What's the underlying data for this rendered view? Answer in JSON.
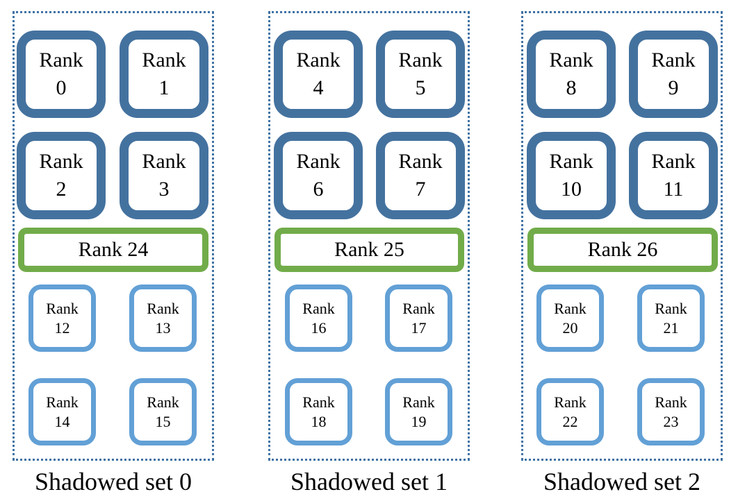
{
  "sets": [
    {
      "caption": "Shadowed set 0",
      "big": [
        {
          "word": "Rank",
          "num": "0"
        },
        {
          "word": "Rank",
          "num": "1"
        },
        {
          "word": "Rank",
          "num": "2"
        },
        {
          "word": "Rank",
          "num": "3"
        }
      ],
      "wide": "Rank 24",
      "small": [
        {
          "word": "Rank",
          "num": "12"
        },
        {
          "word": "Rank",
          "num": "13"
        },
        {
          "word": "Rank",
          "num": "14"
        },
        {
          "word": "Rank",
          "num": "15"
        }
      ]
    },
    {
      "caption": "Shadowed set 1",
      "big": [
        {
          "word": "Rank",
          "num": "4"
        },
        {
          "word": "Rank",
          "num": "5"
        },
        {
          "word": "Rank",
          "num": "6"
        },
        {
          "word": "Rank",
          "num": "7"
        }
      ],
      "wide": "Rank 25",
      "small": [
        {
          "word": "Rank",
          "num": "16"
        },
        {
          "word": "Rank",
          "num": "17"
        },
        {
          "word": "Rank",
          "num": "18"
        },
        {
          "word": "Rank",
          "num": "19"
        }
      ]
    },
    {
      "caption": "Shadowed set 2",
      "big": [
        {
          "word": "Rank",
          "num": "8"
        },
        {
          "word": "Rank",
          "num": "9"
        },
        {
          "word": "Rank",
          "num": "10"
        },
        {
          "word": "Rank",
          "num": "11"
        }
      ],
      "wide": "Rank 26",
      "small": [
        {
          "word": "Rank",
          "num": "20"
        },
        {
          "word": "Rank",
          "num": "21"
        },
        {
          "word": "Rank",
          "num": "22"
        },
        {
          "word": "Rank",
          "num": "23"
        }
      ]
    }
  ],
  "colors": {
    "primary_rank_border": "#44729f",
    "shadow_rank_border": "#62a0d6",
    "extra_rank_border": "#72ac4a",
    "set_outline": "#3f72a4"
  }
}
